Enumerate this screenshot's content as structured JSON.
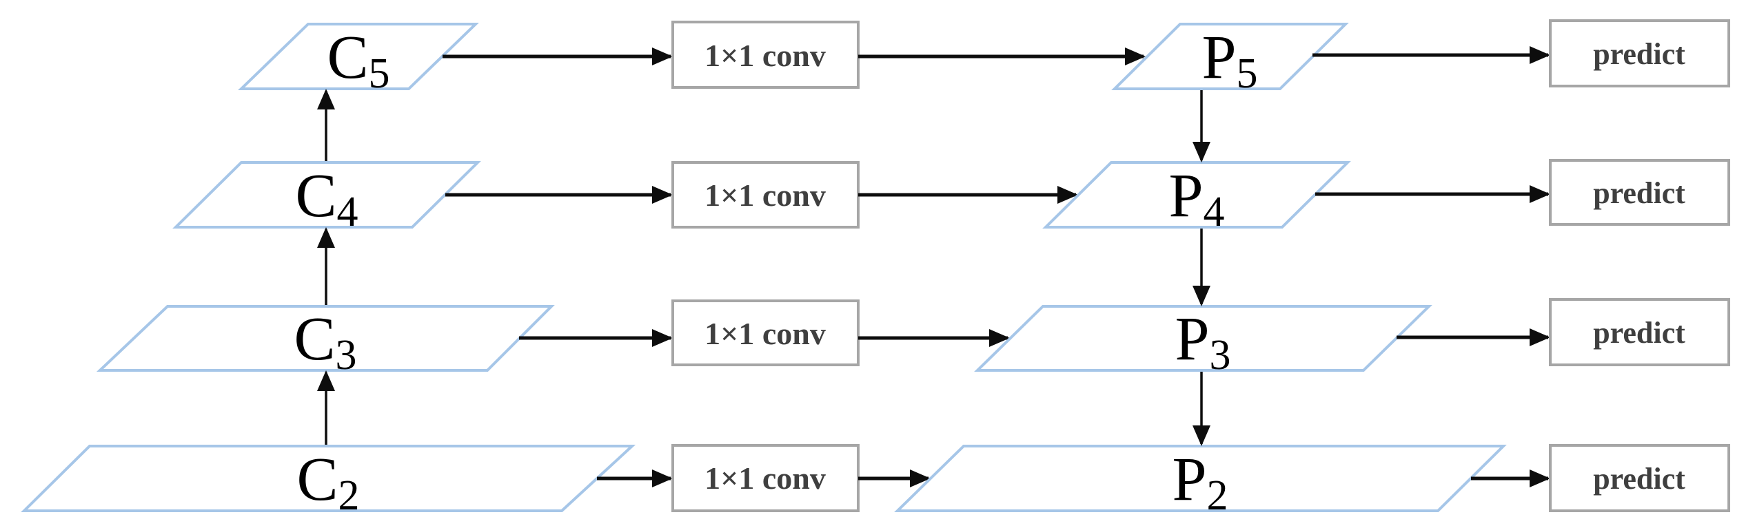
{
  "diagram": {
    "description": "Feature Pyramid Network (FPN): bottom-up backbone features C2–C5, lateral 1×1 conv connections, top-down pathway P5–P2, each followed by predict",
    "colors": {
      "background": "#ffffff",
      "feature_map_border": "#a6c6e8",
      "op_box_border": "#a6a6a6",
      "op_box_text": "#3f3f3f",
      "label_text": "#000000",
      "arrow": "#0d0d0d"
    },
    "levels": [
      {
        "c_main": "C",
        "c_sub": "5",
        "conv_label": "1×1 conv",
        "p_main": "P",
        "p_sub": "5",
        "predict_label": "predict"
      },
      {
        "c_main": "C",
        "c_sub": "4",
        "conv_label": "1×1 conv",
        "p_main": "P",
        "p_sub": "4",
        "predict_label": "predict"
      },
      {
        "c_main": "C",
        "c_sub": "3",
        "conv_label": "1×1 conv",
        "p_main": "P",
        "p_sub": "3",
        "predict_label": "predict"
      },
      {
        "c_main": "C",
        "c_sub": "2",
        "conv_label": "1×1 conv",
        "p_main": "P",
        "p_sub": "2",
        "predict_label": "predict"
      }
    ]
  }
}
